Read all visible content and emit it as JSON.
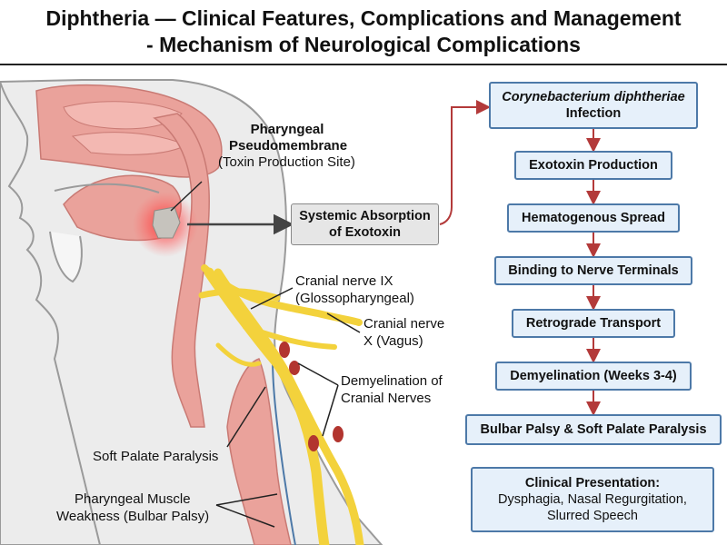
{
  "title": {
    "line1": "Diphtheria — Clinical Features, Complications and Management",
    "line2": "- Mechanism of Neurological Complications"
  },
  "anatomy_labels": {
    "pseudomembrane_title1": "Pharyngeal",
    "pseudomembrane_title2": "Pseudomembrane",
    "pseudomembrane_sub": "(Toxin Production Site)",
    "nerve_ix_1": "Cranial nerve IX",
    "nerve_ix_2": "(Glossopharyngeal)",
    "nerve_x_1": "Cranial nerve",
    "nerve_x_2": "X (Vagus)",
    "demyel_1": "Demyelination of",
    "demyel_2": "Cranial Nerves",
    "soft_palate": "Soft Palate Paralysis",
    "pharyngeal_1": "Pharyngeal Muscle",
    "pharyngeal_2": "Weakness (Bulbar Palsy)"
  },
  "absorption_box": {
    "line1": "Systemic Absorption",
    "line2": "of Exotoxin"
  },
  "flow": {
    "step1_italic": "Corynebacterium diphtheriae",
    "step1_rest": "Infection",
    "steps": [
      "Exotoxin Production",
      "Hematogenous Spread",
      "Binding to Nerve Terminals",
      "Retrograde Transport",
      "Demyelination (Weeks 3-4)",
      "Bulbar Palsy & Soft Palate Paralysis"
    ]
  },
  "clinical": {
    "heading": "Clinical Presentation:",
    "line1": "Dysphagia, Nasal Regurgitation,",
    "line2": "Slurred Speech"
  },
  "colors": {
    "flow_border": "#4d79a8",
    "flow_fill": "#e6f0fa",
    "arrow_red": "#b33a3a",
    "nerve_yellow": "#f3d23c",
    "tissue_pink": "#eaa29b",
    "demyelination_red": "#b2352f"
  }
}
